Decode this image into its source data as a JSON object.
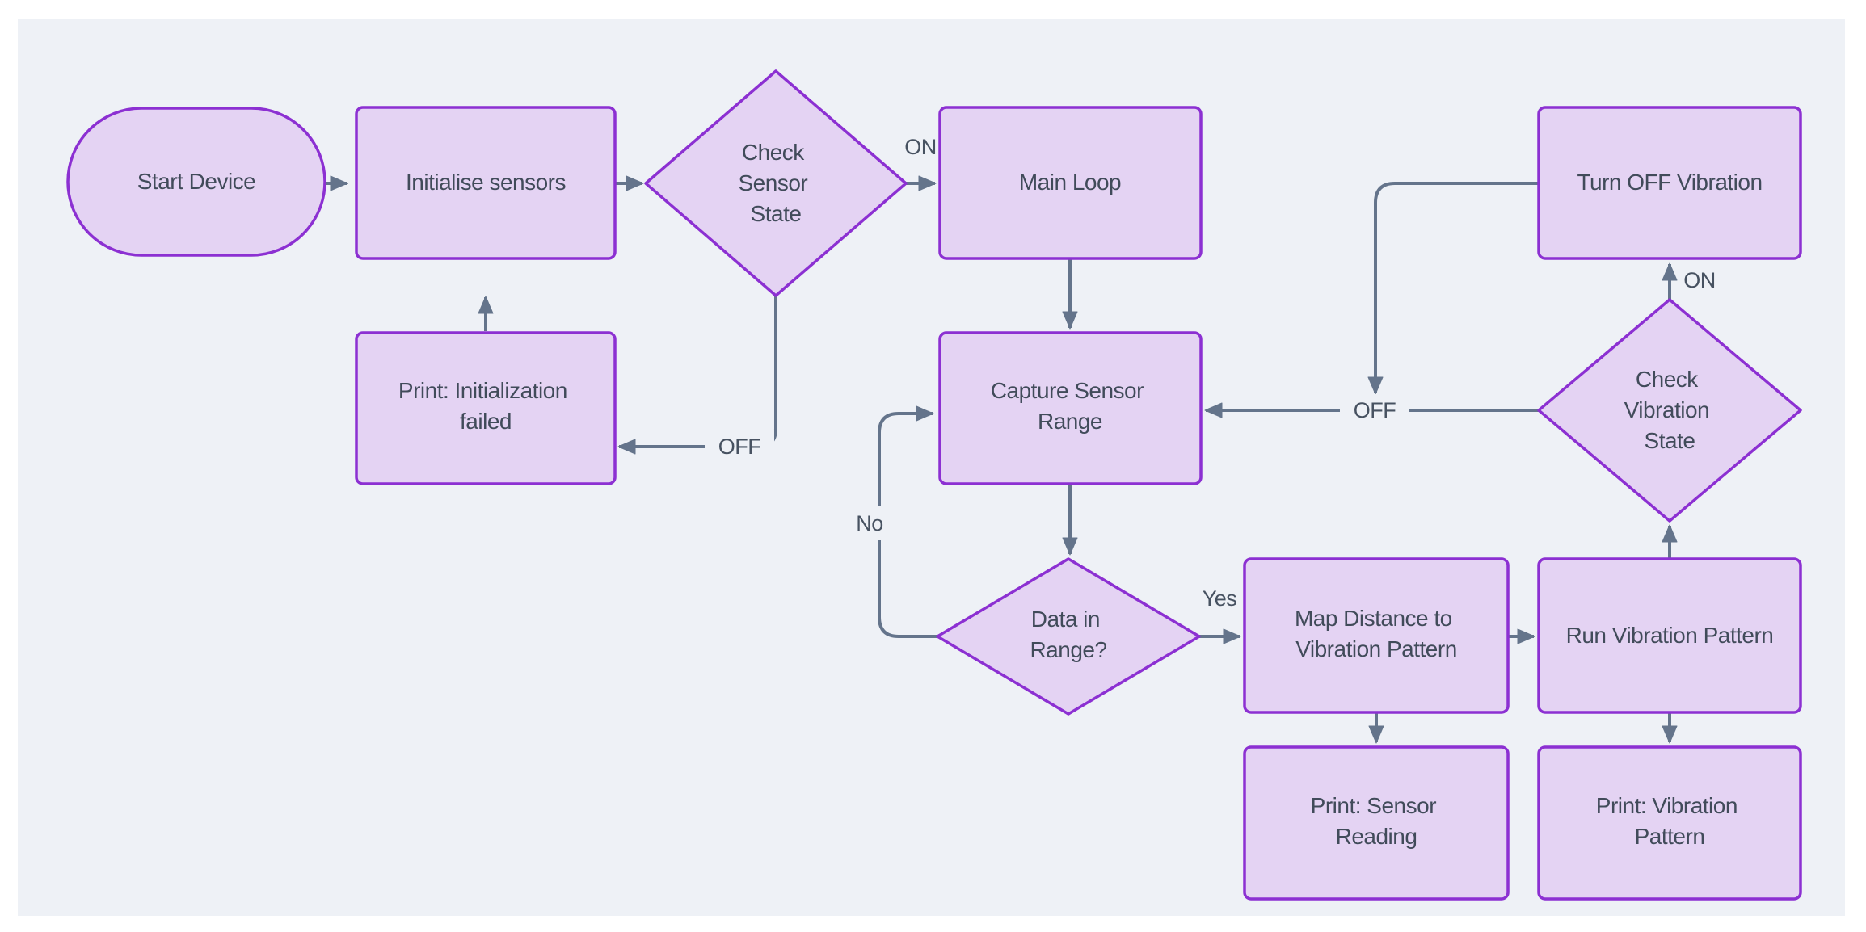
{
  "theme": {
    "page_bg": "#FFFFFF",
    "canvas_bg": "#EEF1F6",
    "node_fill": "#E4D3F3",
    "node_border": "#8C30D2",
    "edge_color": "#64748B",
    "node_text_color": "#414B5A",
    "edge_label_color": "#475261"
  },
  "diagram": {
    "type": "flowchart",
    "nodes": {
      "start": {
        "shape": "stadium",
        "lines": [
          "Start Device"
        ]
      },
      "init_sensors": {
        "shape": "rect",
        "lines": [
          "Initialise sensors"
        ]
      },
      "check_sensor_state": {
        "shape": "diamond",
        "lines": [
          "Check",
          "Sensor",
          "State"
        ]
      },
      "main_loop": {
        "shape": "rect",
        "lines": [
          "Main Loop"
        ]
      },
      "turn_off_vibration": {
        "shape": "rect",
        "lines": [
          "Turn OFF Vibration"
        ]
      },
      "print_init_failed": {
        "shape": "rect",
        "lines": [
          "Print: Initialization",
          "failed"
        ]
      },
      "capture_sensor_range": {
        "shape": "rect",
        "lines": [
          "Capture Sensor",
          "Range"
        ]
      },
      "check_vibration_state": {
        "shape": "diamond",
        "lines": [
          "Check",
          "Vibration",
          "State"
        ]
      },
      "data_in_range": {
        "shape": "diamond",
        "lines": [
          "Data in",
          "Range?"
        ]
      },
      "map_distance": {
        "shape": "rect",
        "lines": [
          "Map Distance to",
          "Vibration Pattern"
        ]
      },
      "run_vibration": {
        "shape": "rect",
        "lines": [
          "Run Vibration Pattern"
        ]
      },
      "print_sensor_reading": {
        "shape": "rect",
        "lines": [
          "Print: Sensor",
          "Reading"
        ]
      },
      "print_vibration_pattern": {
        "shape": "rect",
        "lines": [
          "Print: Vibration",
          "Pattern"
        ]
      }
    },
    "edge_labels": {
      "sensor_on": "ON",
      "sensor_off": "OFF",
      "range_no": "No",
      "range_yes": "Yes",
      "vibration_off": "OFF",
      "vibration_on": "ON"
    }
  }
}
